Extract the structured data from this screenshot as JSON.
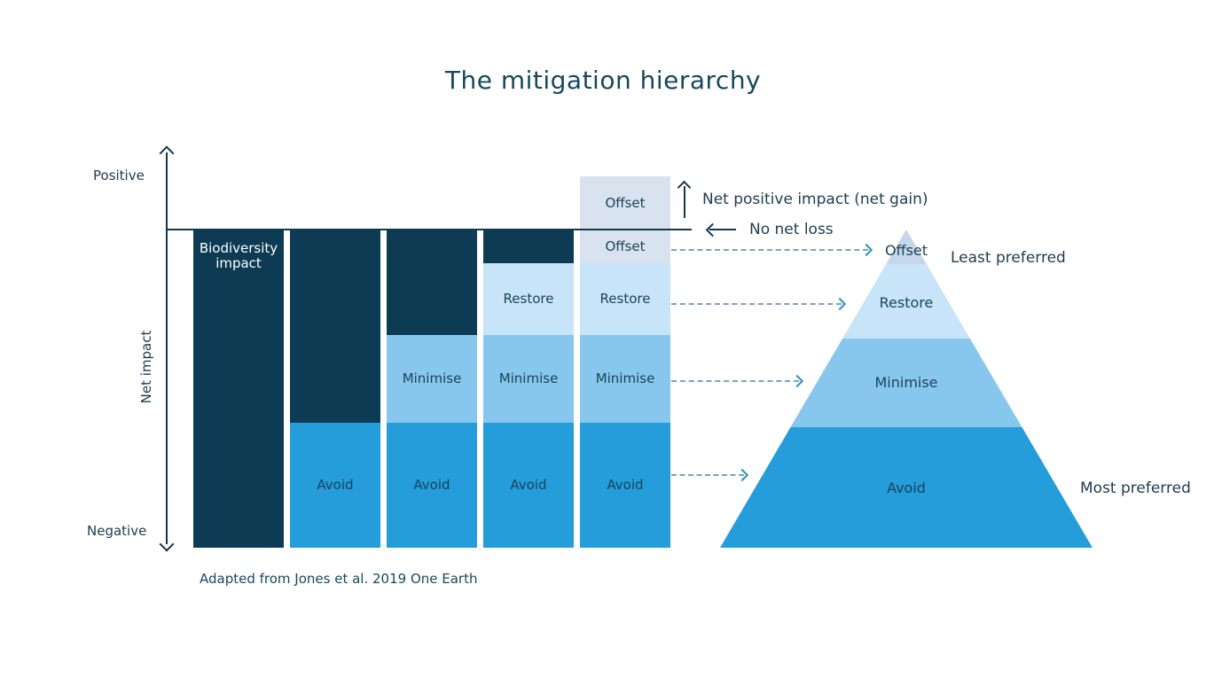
{
  "title": "The mitigation hierarchy",
  "caption": "Adapted from Jones et al. 2019 One Earth",
  "axis": {
    "positive": "Positive",
    "negative": "Negative",
    "net_impact": "Net impact"
  },
  "annotations": {
    "net_gain": "Net positive impact (net gain)",
    "no_net_loss": "No net loss"
  },
  "bars": [
    {
      "segments": [
        {
          "type": "impact",
          "label": "Biodiversity impact"
        }
      ]
    },
    {
      "segments": [
        {
          "type": "impact",
          "label": ""
        },
        {
          "type": "avoid",
          "label": "Avoid"
        }
      ]
    },
    {
      "segments": [
        {
          "type": "impact",
          "label": ""
        },
        {
          "type": "minimise",
          "label": "Minimise"
        },
        {
          "type": "avoid",
          "label": "Avoid"
        }
      ]
    },
    {
      "segments": [
        {
          "type": "impact",
          "label": ""
        },
        {
          "type": "restore",
          "label": "Restore"
        },
        {
          "type": "minimise",
          "label": "Minimise"
        },
        {
          "type": "avoid",
          "label": "Avoid"
        }
      ]
    },
    {
      "segments": [
        {
          "type": "offset-above-line",
          "label": "Offset"
        },
        {
          "type": "offset",
          "label": "Offset"
        },
        {
          "type": "restore",
          "label": "Restore"
        },
        {
          "type": "minimise",
          "label": "Minimise"
        },
        {
          "type": "avoid",
          "label": "Avoid"
        }
      ]
    }
  ],
  "pyramid": {
    "levels": [
      {
        "label": "Offset"
      },
      {
        "label": "Restore"
      },
      {
        "label": "Minimise"
      },
      {
        "label": "Avoid"
      }
    ],
    "least_preferred": "Least preferred",
    "most_preferred": "Most preferred"
  },
  "colors": {
    "impact_navy": "#0d3b54",
    "avoid_blue": "#249dda",
    "minimise_blue": "#87c7ed",
    "restore_blue": "#c7e4f8",
    "offset_grey_blue": "#d9e3ef",
    "pyramid_tip": "#c7d7eb",
    "text_dark": "#17485e",
    "dashed_arrow": "#7aa6ba"
  }
}
